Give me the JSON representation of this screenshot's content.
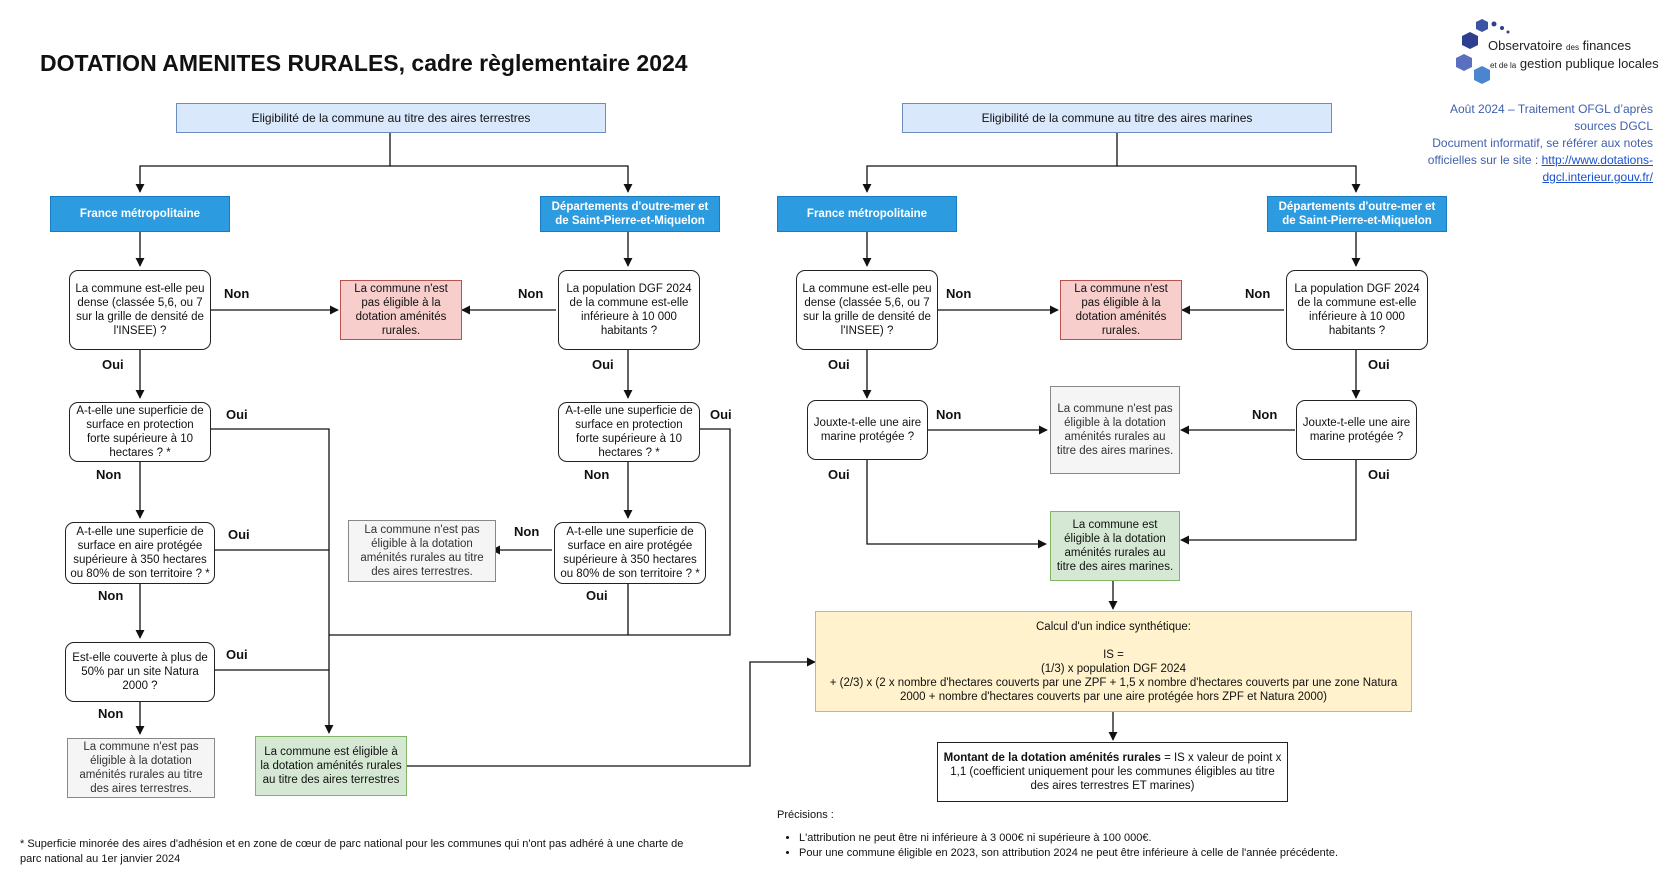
{
  "title": "DOTATION AMENITES RURALES, cadre règlementaire 2024",
  "logo": {
    "line1": "Observatoire",
    "des": "des",
    "finances": "finances",
    "et_de_la": "et de la",
    "line2": "gestion publique locales"
  },
  "source": {
    "line1": "Août 2024 – Traitement OFGL d’après",
    "line2": "sources DGCL",
    "line3": "Document informatif, se référer aux notes",
    "line4_prefix": "officielles sur le site :",
    "link1": "http://www.dotations-",
    "link2": "dgcl.interieur.gouv.fr/"
  },
  "colors": {
    "header_fill": "#dae8fc",
    "region_fill": "#2c9be0",
    "not_eligible_red": "#f8cecc",
    "not_eligible_grey": "#f5f5f5",
    "eligible_green": "#d5e8d4",
    "calc_yellow": "#fff2cc"
  },
  "terrestre": {
    "header": "Eligibilité de la commune au titre des aires terrestres",
    "metro": "France métropolitaine",
    "dom": "Départements d'outre-mer et de Saint-Pierre-et-Miquelon",
    "q_densite": "La commune est-elle peu dense (classée 5,6, ou 7 sur la grille de densité de l'INSEE) ?",
    "q_population": "La population DGF 2024 de la commune est-elle inférieure à 10 000 habitants ?",
    "not_eligible": "La commune n'est pas éligible à la dotation aménités rurales.",
    "q_protection_metro": "A-t-elle une superficie de surface en protection forte supérieure à 10 hectares ? *",
    "q_protection_dom": "A-t-elle une superficie de surface en protection forte supérieure à 10 hectares ? *",
    "q_aire_metro": "A-t-elle une superficie de surface en aire protégée supérieure à 350 hectares ou 80% de son territoire ? *",
    "q_aire_dom": "A-t-elle une superficie de surface en aire protégée supérieure à 350 hectares ou 80% de son territoire ? *",
    "q_natura": "Est-elle couverte à plus de 50% par un site Natura 2000 ?",
    "not_eligible_terr_dom": "La commune n'est pas éligible à la dotation aménités rurales au titre des aires terrestres.",
    "not_eligible_terr_metro": "La commune n'est pas éligible à la dotation aménités rurales au titre des aires terrestres.",
    "eligible": "La commune est éligible à la dotation aménités rurales au titre des aires terrestres"
  },
  "marine": {
    "header": "Eligibilité de la commune au titre des aires marines",
    "metro": "France métropolitaine",
    "dom": "Départements d'outre-mer et de Saint-Pierre-et-Miquelon",
    "q_densite": "La commune est-elle peu dense (classée 5,6, ou 7 sur la grille de densité de l'INSEE) ?",
    "q_population": "La population DGF 2024 de la commune est-elle inférieure à 10 000 habitants ?",
    "not_eligible": "La commune n'est pas éligible à la dotation aménités rurales.",
    "q_marine_metro": "Jouxte-t-elle une aire marine protégée ?",
    "q_marine_dom": "Jouxte-t-elle une aire marine protégée ?",
    "not_eligible_marine": "La commune n'est pas éligible à la dotation aménités rurales au titre des aires marines.",
    "eligible": "La commune est éligible à la dotation aménités rurales au titre des aires marines."
  },
  "calcul": {
    "line1": "Calcul d'un indice synthétique:",
    "line2": "IS =",
    "line3": "(1/3) x population DGF 2024",
    "line4": "+ (2/3) x (2 x nombre d'hectares couverts par une ZPF + 1,5 x nombre d'hectares couverts par une zone Natura 2000 + nombre d'hectares couverts par une aire protégée hors ZPF et Natura 2000)"
  },
  "montant": {
    "bold": "Montant de la dotation aménités rurales",
    "rest": " = IS x valeur de point x 1,1 (coefficient uniquement pour les communes éligibles au titre des aires terrestres ET marines)"
  },
  "labels": {
    "oui": "Oui",
    "non": "Non"
  },
  "footnote": "* Superficie minorée des aires d'adhésion et en zone de cœur de parc national pour les communes qui n'ont pas adhéré à une charte de parc national au 1er janvier 2024",
  "precisions": {
    "title": "Précisions :",
    "items": [
      "L'attribution ne peut être ni inférieure à 3 000€ ni supérieure à 100 000€.",
      "Pour une commune éligible en 2023, son attribution 2024 ne peut être inférieure à celle de l'année précédente."
    ]
  }
}
